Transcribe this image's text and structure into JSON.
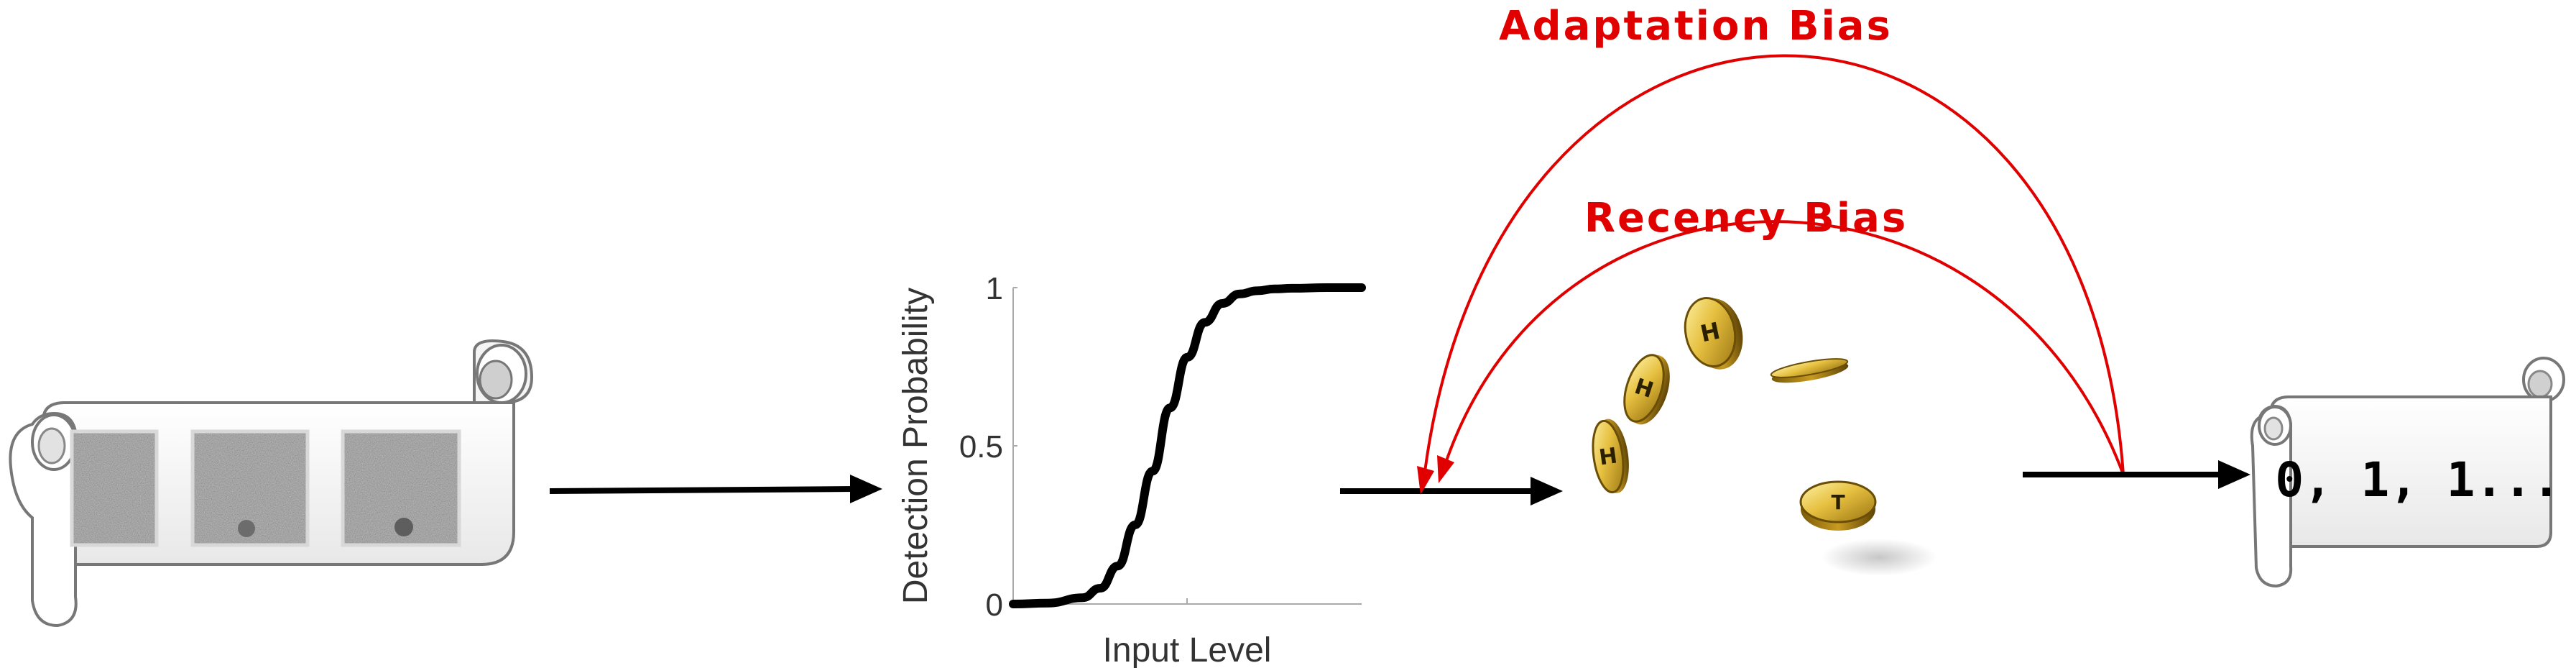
{
  "bias_labels": {
    "adaptation": "Adaptation Bias",
    "recency": "Recency Bias"
  },
  "chart_data": {
    "type": "line",
    "ylabel": "Detection Probability",
    "xlabel": "Input Level",
    "y_ticks": [
      "0",
      "0.5",
      "1"
    ],
    "ylim": [
      0,
      1
    ],
    "series": [
      {
        "x": [
          0,
          0.1,
          0.2,
          0.25,
          0.3,
          0.35,
          0.4,
          0.45,
          0.5,
          0.55,
          0.6,
          0.65,
          0.7,
          0.75,
          0.8,
          0.9,
          1.0
        ],
        "values": [
          0.0,
          0.003,
          0.02,
          0.05,
          0.12,
          0.25,
          0.42,
          0.62,
          0.78,
          0.89,
          0.95,
          0.98,
          0.99,
          0.996,
          0.998,
          1.0,
          1.0
        ]
      }
    ]
  },
  "coins": [
    "H",
    "H",
    "H",
    "",
    "T"
  ],
  "output_text": "0, 1, 1...",
  "colors": {
    "bias_arrow": "#e00000",
    "flow_arrow": "#000000",
    "curve": "#000000",
    "coin_gold": "#d8b030",
    "scroll_fill": "#ffffff",
    "noise_patch": "#8a8a8a"
  }
}
